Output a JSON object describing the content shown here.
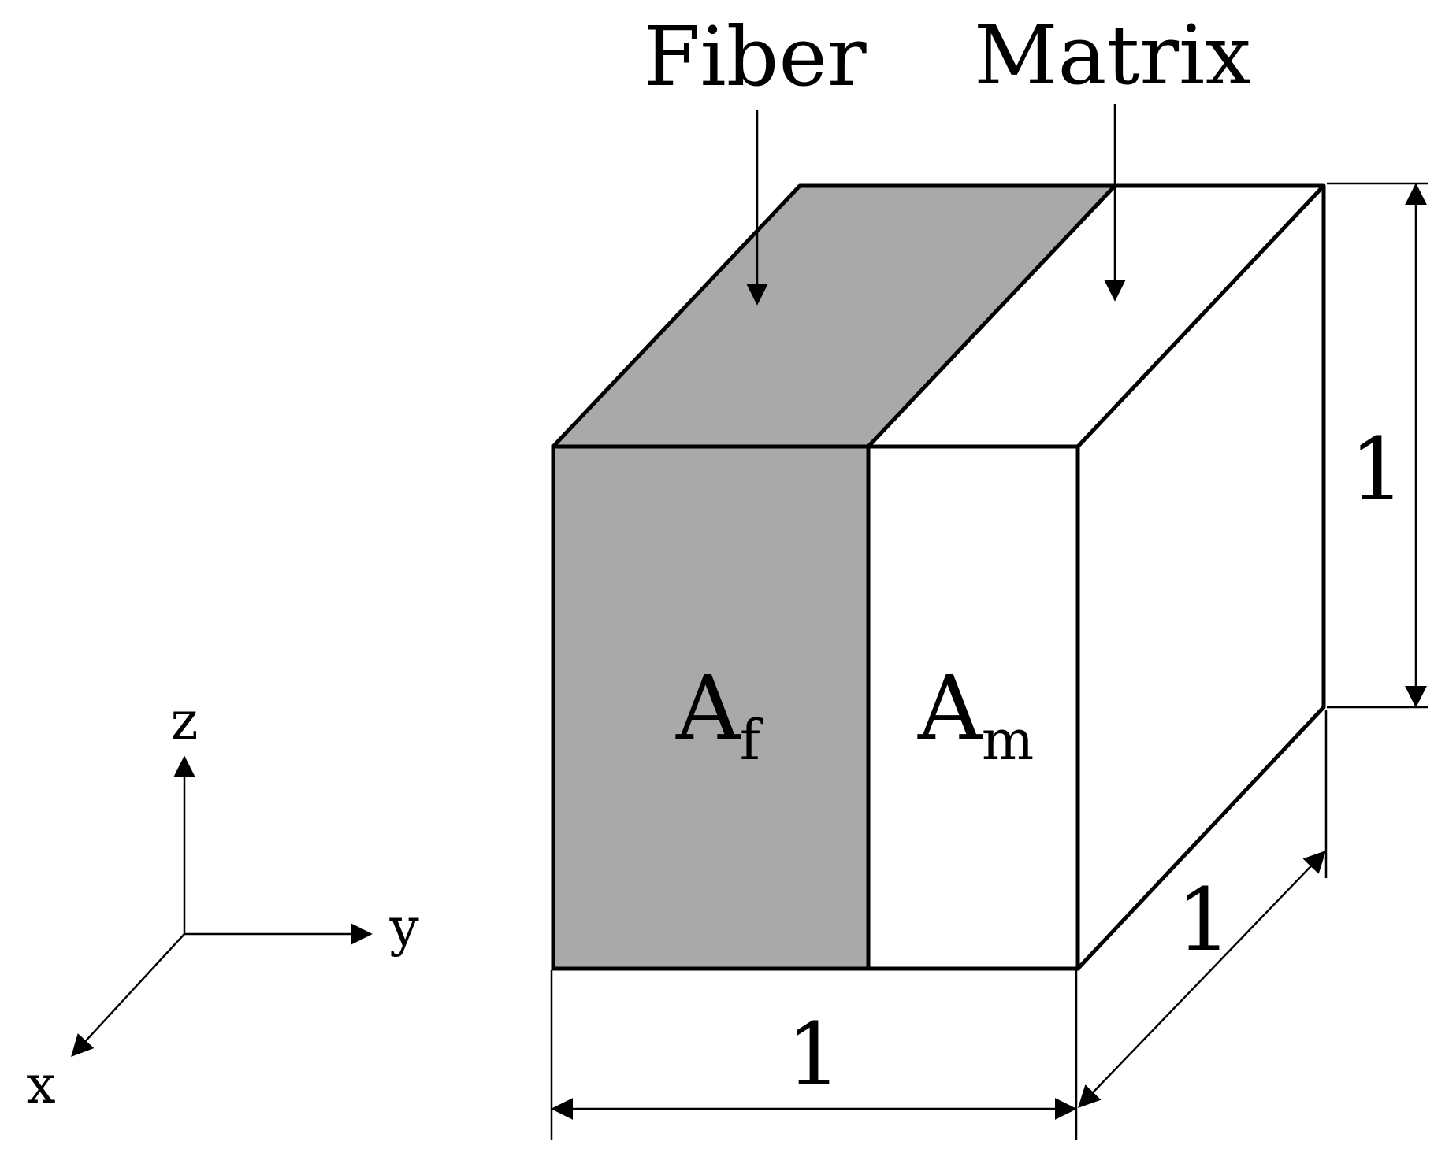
{
  "labels": {
    "fiber": "Fiber",
    "matrix": "Matrix",
    "area_fiber_main": "A",
    "area_fiber_sub": "f",
    "area_matrix_main": "A",
    "area_matrix_sub": "m"
  },
  "dimensions": {
    "width": "1",
    "depth": "1",
    "height": "1"
  },
  "axes": {
    "x": "x",
    "y": "y",
    "z": "z"
  },
  "colors": {
    "fiber_fill": "#a9a9a9",
    "matrix_fill": "#ffffff",
    "stroke": "#000000"
  }
}
